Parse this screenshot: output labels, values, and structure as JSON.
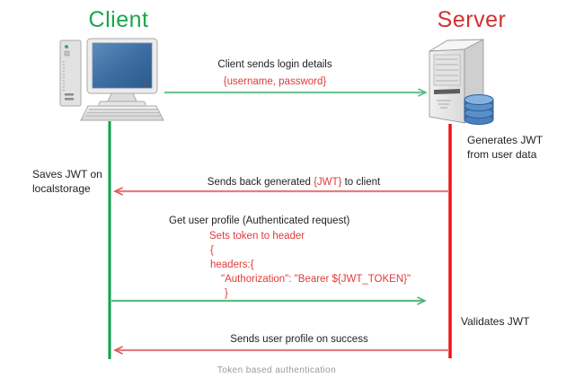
{
  "caption": "Token based authentication",
  "colors": {
    "client_green": "#1aa64b",
    "server_red": "#d23030",
    "lifeline_green": "#0aa24a",
    "lifeline_red": "#ee1414",
    "arrow_green": "#63c28f",
    "arrow_red": "#e57e7e",
    "text_red": "#e03a3a",
    "text_black": "#222222",
    "caption_gray": "#9a9a9a"
  },
  "client": {
    "title": "Client",
    "icon": "desktop-computer-icon",
    "note_lines": [
      "Saves JWT on",
      "localstorage"
    ]
  },
  "server": {
    "title": "Server",
    "icon": "server-tower-icon",
    "db_icon": "database-icon",
    "note_generates_lines": [
      "Generates JWT",
      "from user data"
    ],
    "note_validates": "Validates JWT"
  },
  "messages": {
    "m1": {
      "label": "Client sends login details",
      "payload": "{username, password}"
    },
    "m2": {
      "prefix": "Sends back generated ",
      "highlight": "{JWT}",
      "suffix": " to client"
    },
    "m3": {
      "label": "Get user profile (Authenticated request)",
      "code_lines": [
        "Sets token to header",
        "{",
        "headers:{",
        "\"Authorization\": \"Bearer ${JWT_TOKEN}\"",
        "}"
      ]
    },
    "m4": {
      "label": "Sends user profile on success"
    }
  }
}
